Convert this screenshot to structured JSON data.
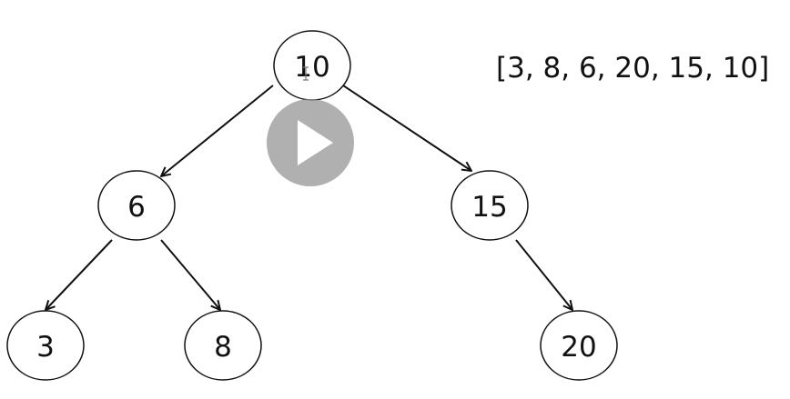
{
  "diagram": {
    "array_text": "[3, 8, 6, 20, 15, 10]",
    "nodes": [
      {
        "id": "n10",
        "label": "10"
      },
      {
        "id": "n6",
        "label": "6"
      },
      {
        "id": "n15",
        "label": "15"
      },
      {
        "id": "n3",
        "label": "3"
      },
      {
        "id": "n8",
        "label": "8"
      },
      {
        "id": "n20",
        "label": "20"
      }
    ],
    "edges": [
      {
        "from": "n10",
        "to": "n6"
      },
      {
        "from": "n10",
        "to": "n15"
      },
      {
        "from": "n6",
        "to": "n3"
      },
      {
        "from": "n6",
        "to": "n8"
      },
      {
        "from": "n15",
        "to": "n20"
      }
    ]
  },
  "overlay": {
    "play_icon": "play-icon",
    "cursor_icon": "text-cursor-icon"
  }
}
